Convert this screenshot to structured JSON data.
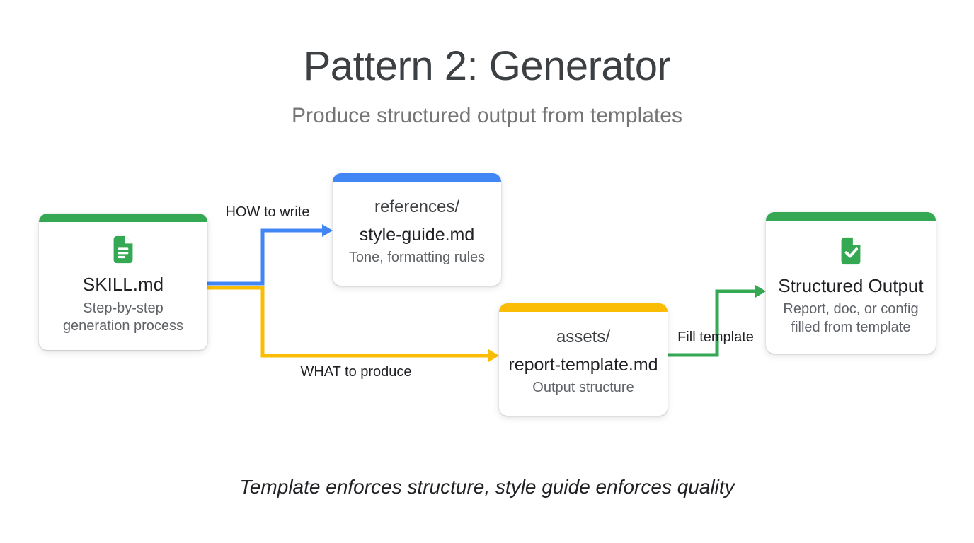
{
  "slide": {
    "title": "Pattern 2: Generator",
    "subtitle": "Produce structured output from templates",
    "caption": "Template enforces structure, style guide enforces quality"
  },
  "colors": {
    "green": "#34A853",
    "blue": "#4285F4",
    "yellow": "#FBBC04",
    "title_text": "#3C4043",
    "subtitle_text": "#757575",
    "primary_text": "#202124",
    "secondary_text": "#5F6368"
  },
  "nodes": {
    "skill": {
      "icon": "document-icon",
      "accent": "#34A853",
      "title": "SKILL.md",
      "subtitle": "Step-by-step generation process"
    },
    "references": {
      "accent": "#4285F4",
      "folder": "references/",
      "file": "style-guide.md",
      "subtitle": "Tone, formatting rules"
    },
    "assets": {
      "accent": "#FBBC04",
      "folder": "assets/",
      "file": "report-template.md",
      "subtitle": "Output structure"
    },
    "output": {
      "icon": "document-check-icon",
      "accent": "#34A853",
      "title": "Structured Output",
      "subtitle": "Report, doc, or config filled from template"
    }
  },
  "arrows": {
    "how": {
      "label": "HOW to write",
      "color": "#4285F4"
    },
    "what": {
      "label": "WHAT to produce",
      "color": "#FBBC04"
    },
    "fill": {
      "label": "Fill template",
      "color": "#34A853"
    }
  }
}
